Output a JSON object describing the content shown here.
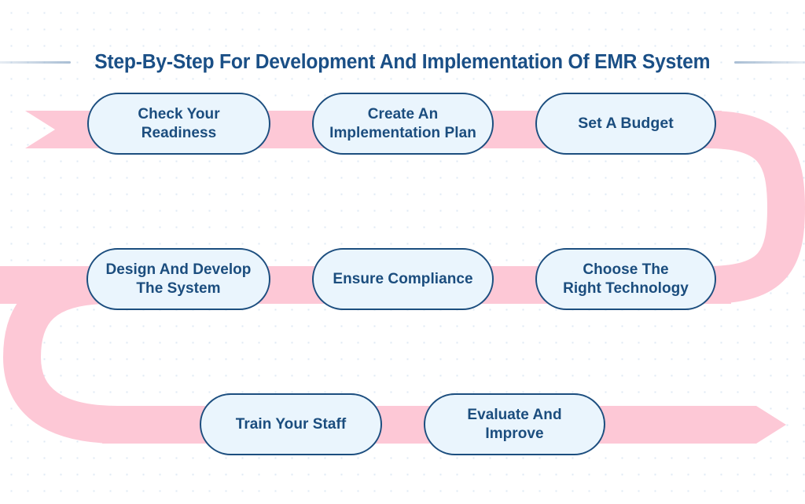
{
  "title": {
    "text": "Step-By-Step For Development And Implementation Of EMR System"
  },
  "colors": {
    "title_text": "#1a4f86",
    "pill_fill": "#eaf5fd",
    "pill_border": "#1c4e7f",
    "pill_text": "#1b4d7e",
    "ribbon_pink": "#fdc8d6",
    "background": "#ffffff",
    "dot_texture": "#dfeaf5",
    "title_rule": "#a9bed4"
  },
  "flow": {
    "direction_note": "serpentine left-to-right, then right-to-left, then left-to-right",
    "start_marker": "ribbon-tail",
    "end_marker": "ribbon-arrowhead",
    "rows": [
      {
        "row": 1,
        "steps": [
          {
            "order": 1,
            "label": "Check Your\nReadiness"
          },
          {
            "order": 2,
            "label": "Create An\nImplementation Plan"
          },
          {
            "order": 3,
            "label": "Set A Budget"
          }
        ]
      },
      {
        "row": 2,
        "steps": [
          {
            "order": 4,
            "label": "Choose The\nRight Technology"
          },
          {
            "order": 5,
            "label": "Ensure Compliance"
          },
          {
            "order": 6,
            "label": "Design And Develop\nThe System"
          }
        ]
      },
      {
        "row": 3,
        "steps": [
          {
            "order": 7,
            "label": "Train Your Staff"
          },
          {
            "order": 8,
            "label": "Evaluate And Improve"
          }
        ]
      }
    ]
  },
  "steps_in_visual_order": [
    {
      "id": "pill-0",
      "label": "Check Your\nReadiness"
    },
    {
      "id": "pill-1",
      "label": "Create An\nImplementation Plan"
    },
    {
      "id": "pill-2",
      "label": "Set A Budget"
    },
    {
      "id": "pill-3",
      "label": "Design And Develop\nThe System"
    },
    {
      "id": "pill-4",
      "label": "Ensure Compliance"
    },
    {
      "id": "pill-5",
      "label": "Choose The\nRight Technology"
    },
    {
      "id": "pill-6",
      "label": "Train Your Staff"
    },
    {
      "id": "pill-7",
      "label": "Evaluate And Improve"
    }
  ]
}
